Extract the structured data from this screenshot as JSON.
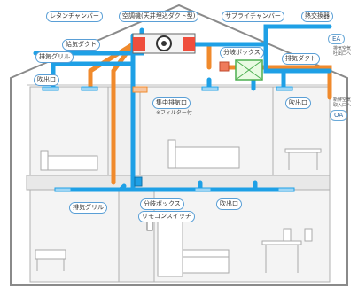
{
  "labels": {
    "return_chamber": "レタンチャンバー",
    "ac_unit": "空調機(天井埋込ダクト型)",
    "supply_chamber": "サプライチャンバー",
    "heat_exchanger": "熱交換器",
    "supply_duct_top": "給気ダクト",
    "exhaust_grille_top": "排気グリル",
    "branch_box_top": "分岐ボックス",
    "exhaust_duct": "排気ダクト",
    "outlet_1": "吹出口",
    "central_exhaust": "集中排気口",
    "filter_note": "※フィルター付",
    "outlet_2": "吹出口",
    "ea": "EA",
    "ea_desc_1": "排気空気",
    "ea_desc_2": "吐出口へ",
    "oa": "OA",
    "oa_desc_1": "新鮮空気",
    "oa_desc_2": "取入口へ",
    "exhaust_grille_bottom": "排気グリル",
    "branch_box_bottom": "分岐ボックス",
    "outlet_3": "吹出口",
    "remote_switch": "リモコンスイッチ"
  },
  "colors": {
    "supply": "#1ea0e6",
    "exhaust": "#f08a2c",
    "wall": "#9a9a9a",
    "interior": "#f3f3f3"
  }
}
